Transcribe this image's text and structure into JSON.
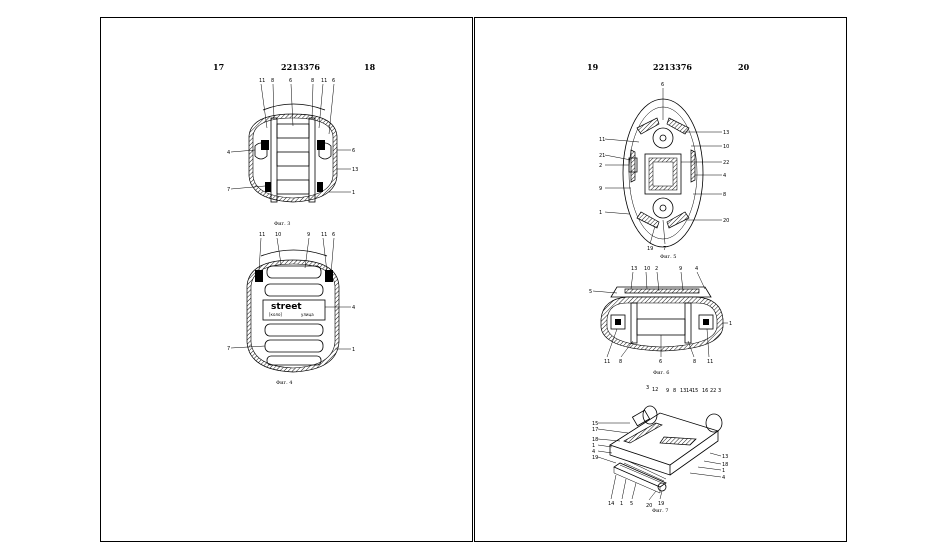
{
  "left_page": {
    "col_left": "17",
    "patent_no": "2213376",
    "col_right": "18",
    "fig3": {
      "caption": "Фиг. 3",
      "labels": {
        "top": [
          "11",
          "8",
          "6",
          "8",
          "11",
          "6"
        ],
        "left": [
          "4",
          "7"
        ],
        "right": [
          "6",
          "13",
          "1"
        ]
      }
    },
    "fig4": {
      "caption": "Фиг. 4",
      "brand_word": "street",
      "brand_sub_left": "[коло]",
      "brand_sub_right": "улица",
      "labels": {
        "top": [
          "11",
          "10",
          "9",
          "11",
          "6"
        ],
        "left": [
          "7"
        ],
        "right": [
          "4",
          "1"
        ]
      }
    }
  },
  "right_page": {
    "col_left": "19",
    "patent_no": "2213376",
    "col_right": "20",
    "fig5": {
      "caption": "Фиг. 5",
      "labels": {
        "top": [
          "6"
        ],
        "left": [
          "11",
          "21",
          "2",
          "9",
          "1"
        ],
        "right": [
          "13",
          "10",
          "22",
          "4",
          "8",
          "20"
        ],
        "bottom": [
          "19",
          "7"
        ]
      }
    },
    "fig6": {
      "caption": "Фиг. 6",
      "labels": {
        "top": [
          "13",
          "10",
          "2",
          "9",
          "4"
        ],
        "left": [
          "5"
        ],
        "right": [
          "1"
        ],
        "bottom": [
          "11",
          "8",
          "6",
          "8",
          "11"
        ]
      }
    },
    "fig7": {
      "caption": "Фиг. 7",
      "labels": {
        "top": [
          "3",
          "12",
          "9",
          "8",
          "13",
          "14",
          "15",
          "16",
          "22",
          "3"
        ],
        "left": [
          "15",
          "17",
          "18",
          "1",
          "4",
          "19"
        ],
        "right": [
          "13",
          "18",
          "1",
          "4"
        ],
        "bottom": [
          "14",
          "1",
          "5",
          "20",
          "19"
        ]
      }
    }
  }
}
